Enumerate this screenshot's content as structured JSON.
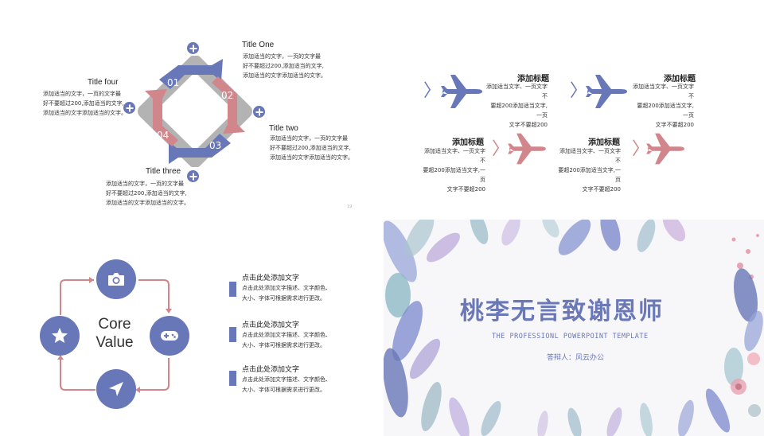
{
  "slide1": {
    "title_one": "Title One",
    "text_one": [
      "添加适当的文字，一页的文字最",
      "好不要超过200,添加适当的文字,",
      "添加适当的文字添加适当的文字。"
    ],
    "title_two": "Title two",
    "text_two": [
      "添加适当的文字，一页的文字最",
      "好不要超过200,添加适当的文字,",
      "添加适当的文字添加适当的文字。"
    ],
    "title_three": "Title three",
    "text_three": [
      "添加适当的文字，一页的文字最",
      "好不要超过200,添加适当的文字,",
      "添加适当的文字添加适当的文字。"
    ],
    "title_four": "Title four",
    "text_four": [
      "添加适当的文字，一页的文字最",
      "好不要超过200,添加适当的文字,",
      "添加适当的文字添加适当的文字。"
    ],
    "nums": [
      "01",
      "02",
      "03",
      "04"
    ],
    "page_number": "19",
    "colors": {
      "blue": "#6877b8",
      "pink": "#d1868c",
      "gray": "#b3b3b3"
    }
  },
  "slide2": {
    "cards": [
      {
        "title": "添加标题",
        "lines": [
          "添加适当文字、一页文字不",
          "要超200添加适当文字,一页",
          "文字不要超200"
        ]
      },
      {
        "title": "添加标题",
        "lines": [
          "添加适当文字、一页文字不",
          "要超200添加适当文字,一页",
          "文字不要超200"
        ]
      },
      {
        "title": "添加标题",
        "lines": [
          "添加适当文字、一页文字不",
          "要超200添加适当文字,一页",
          "文字不要超200"
        ]
      },
      {
        "title": "添加标题",
        "lines": [
          "添加适当文字、一页文字不",
          "要超200添加适当文字,一页",
          "文字不要超200"
        ]
      }
    ],
    "chevron": "〉",
    "icon": "airplane-icon"
  },
  "slide3": {
    "core_line1": "Core",
    "core_line2": "Value",
    "items": [
      {
        "title": "点击此处添加文字",
        "line1": "点击此处添加文字描述、文字颜色、",
        "line2": "大小、字体可根据需求进行更改。"
      },
      {
        "title": "点击此处添加文字",
        "line1": "点击此处添加文字描述、文字颜色、",
        "line2": "大小、字体可根据需求进行更改。"
      },
      {
        "title": "点击此处添加文字",
        "line1": "点击此处添加文字描述、文字颜色、",
        "line2": "大小、字体可根据需求进行更改。"
      }
    ],
    "icons": [
      "camera-icon",
      "gamepad-icon",
      "navigation-arrow-icon",
      "star-icon"
    ]
  },
  "slide4": {
    "title": "桃李无言致谢恩师",
    "subtitle": "THE PROFESSIONL POWERPOINT TEMPLATE",
    "author": "答辩人：风云办公"
  }
}
